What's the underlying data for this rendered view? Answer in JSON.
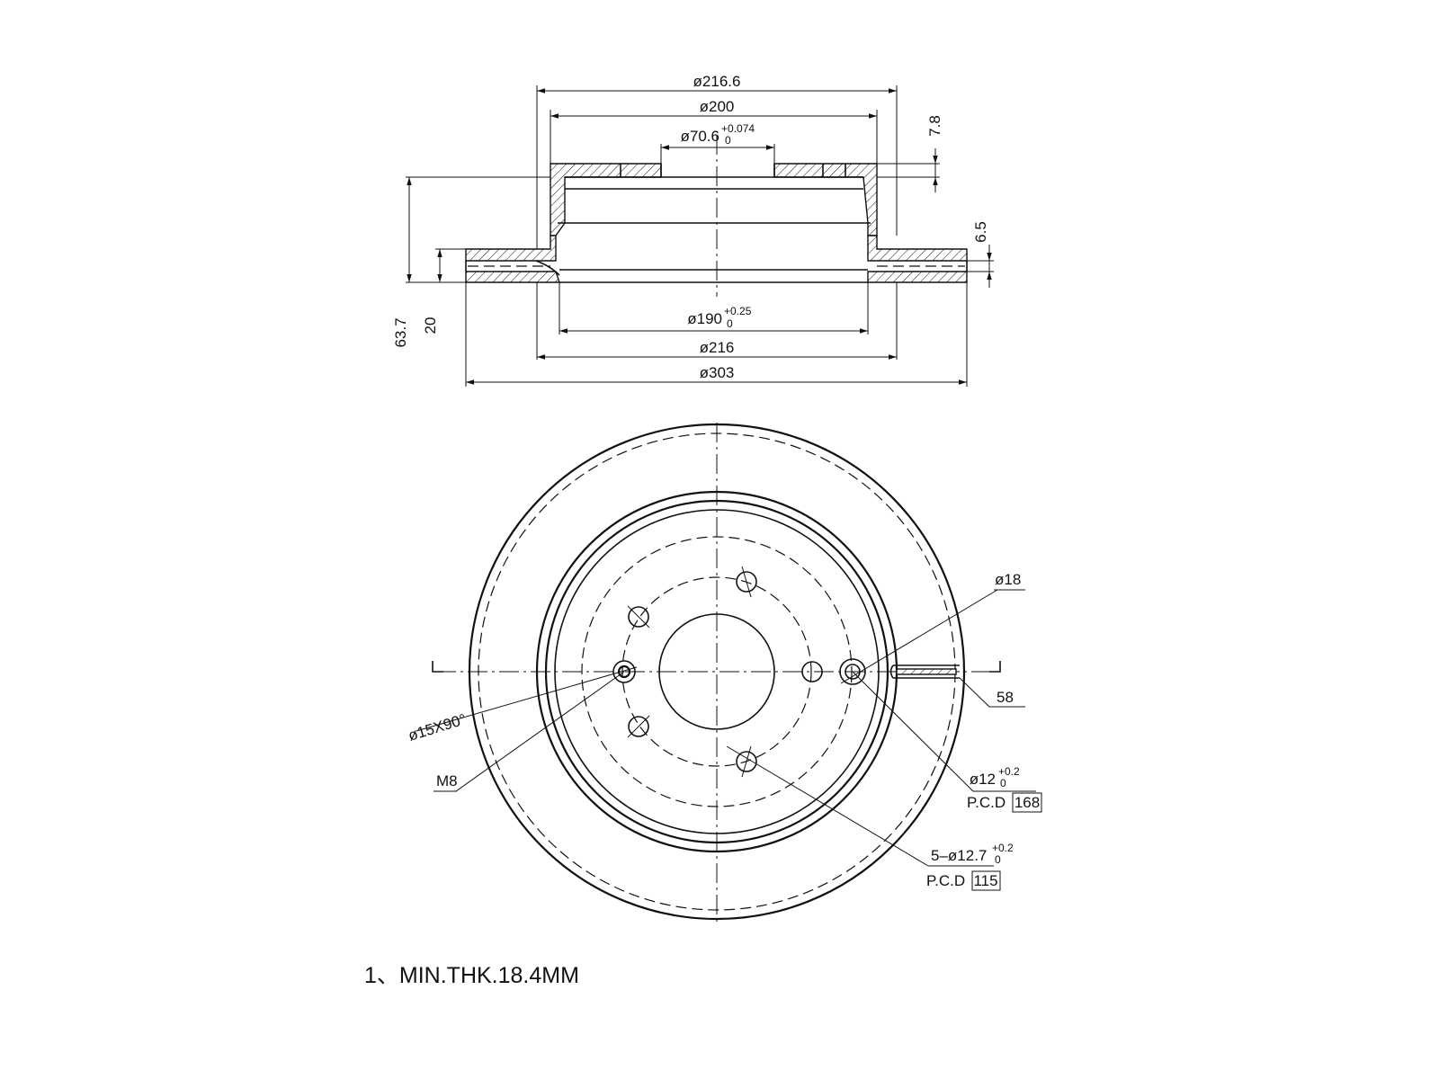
{
  "dimensions": {
    "d_216_6": "ø216.6",
    "d_200": "ø200",
    "d_70_6": "ø70.6",
    "d_70_6_tol_upper": "+0.074",
    "d_70_6_tol_lower": "0",
    "h_7_8": "7.8",
    "h_6_5": "6.5",
    "d_190": "ø190",
    "d_190_tol_upper": "+0.25",
    "d_190_tol_lower": "0",
    "d_216": "ø216",
    "d_303": "ø303",
    "h_63_7": "63.7",
    "h_20": "20"
  },
  "callouts": {
    "d_18": "ø18",
    "d_15x90": "ø15X90°",
    "m8": "M8",
    "w_58": "58",
    "d_12": "ø12",
    "d_12_tol_upper": "+0.2",
    "d_12_tol_lower": "0",
    "pcd_168_label": "P.C.D",
    "pcd_168_value": "168",
    "holes_label": "5–ø12.7",
    "holes_tol_upper": "+0.2",
    "holes_tol_lower": "0",
    "pcd_115_label": "P.C.D",
    "pcd_115_value": "115"
  },
  "notes": {
    "note_1": "1、MIN.THK.18.4MM"
  }
}
